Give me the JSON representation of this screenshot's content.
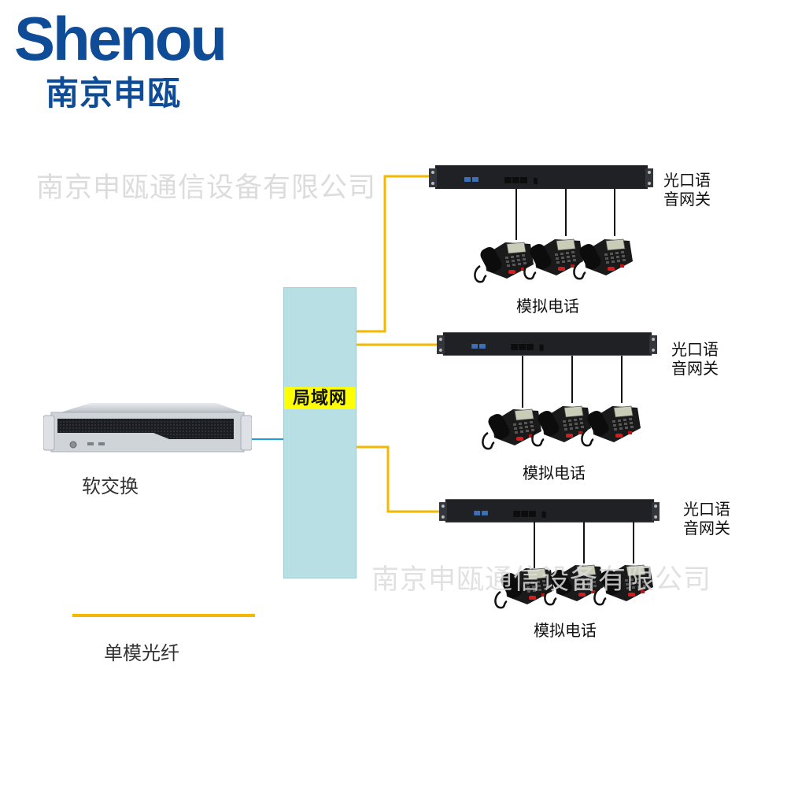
{
  "logo": {
    "brand_en": "Shenou",
    "brand_cn": "南京申瓯",
    "color": "#0f4c97"
  },
  "watermarks": [
    {
      "text": "南京申瓯通信设备有限公司"
    },
    {
      "text": "南京申瓯通信设备有限公司"
    }
  ],
  "diagram": {
    "title": "",
    "nodes": [
      {
        "id": "softswitch",
        "type": "server",
        "label": "软交换"
      },
      {
        "id": "lan",
        "type": "network",
        "label": "局域网",
        "fill": "#b8dfe3",
        "label_highlight": "#ffff00"
      },
      {
        "id": "gateway1",
        "type": "gateway",
        "label_line1": "光口语",
        "label_line2": "音网关",
        "phones_label": "模拟电话",
        "phone_count": 3
      },
      {
        "id": "gateway2",
        "type": "gateway",
        "label_line1": "光口语",
        "label_line2": "音网关",
        "phones_label": "模拟电话",
        "phone_count": 3
      },
      {
        "id": "gateway3",
        "type": "gateway",
        "label_line1": "光口语",
        "label_line2": "音网关",
        "phones_label": "模拟电话",
        "phone_count": 3
      }
    ],
    "edges": [
      {
        "from": "softswitch",
        "to": "lan",
        "medium": "ethernet",
        "color": "#1aa0d8"
      },
      {
        "from": "lan",
        "to": "gateway1",
        "medium": "single-mode fiber",
        "color": "#f5b800"
      },
      {
        "from": "lan",
        "to": "gateway2",
        "medium": "single-mode fiber",
        "color": "#f5b800"
      },
      {
        "from": "lan",
        "to": "gateway3",
        "medium": "single-mode fiber",
        "color": "#f5b800"
      },
      {
        "from": "gateway1",
        "to": "phones1",
        "medium": "phone line",
        "color": "#111111"
      },
      {
        "from": "gateway2",
        "to": "phones2",
        "medium": "phone line",
        "color": "#111111"
      },
      {
        "from": "gateway3",
        "to": "phones3",
        "medium": "phone line",
        "color": "#111111"
      }
    ],
    "legend": {
      "line_color": "#f5b800",
      "label": "单模光纤"
    }
  }
}
